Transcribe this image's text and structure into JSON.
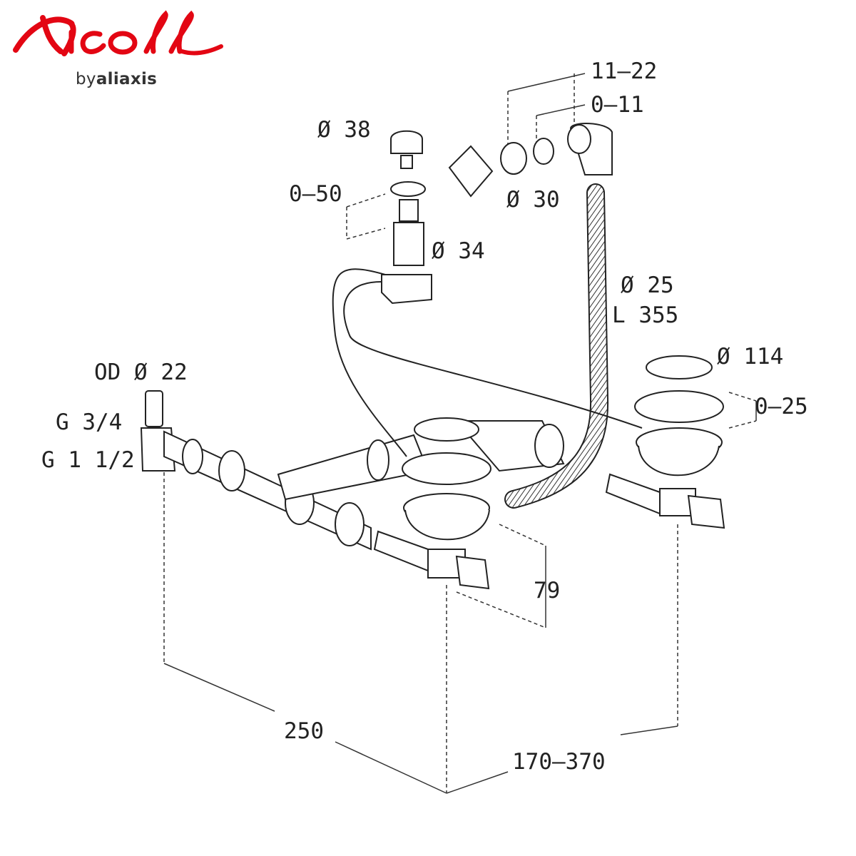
{
  "brand": {
    "name": "Nicoll",
    "by": "by",
    "owner": "aliaxis",
    "color": "#e30613"
  },
  "dimensions": {
    "d38": "Ø 38",
    "d0_50": "0–50",
    "d34": "Ø 34",
    "d11_22": "11–22",
    "d0_11": "0–11",
    "d30": "Ø 30",
    "d25": "Ø 25",
    "l355": "L 355",
    "d114": "Ø 114",
    "d0_25": "0–25",
    "od22": "OD Ø 22",
    "g34": "G 3/4",
    "g112": "G 1 1/2",
    "h79": "79",
    "w250": "250",
    "w170_370": "170–370"
  }
}
